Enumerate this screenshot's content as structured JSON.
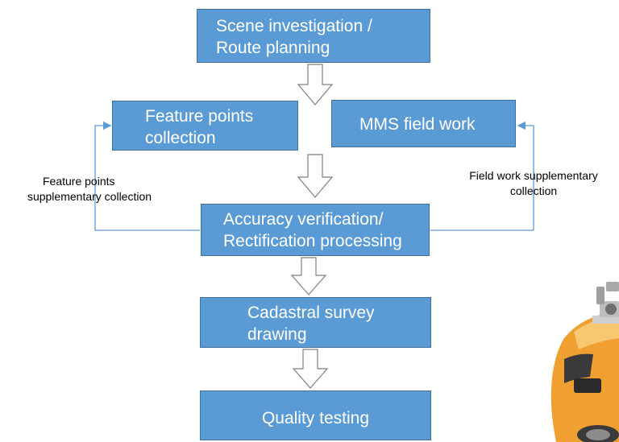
{
  "colors": {
    "box_fill": "#5b9bd5",
    "box_border": "#41719c",
    "box_text": "#ffffff",
    "connector": "#5b9bd5",
    "car_body": "#f0a030"
  },
  "boxes": {
    "scene_investigation": {
      "line1": "Scene investigation /",
      "line2": "Route planning"
    },
    "feature_points": {
      "line1": "Feature points",
      "line2": "collection"
    },
    "mms_field_work": {
      "label": "MMS field work"
    },
    "accuracy_verification": {
      "line1": "Accuracy verification/",
      "line2": "Rectification processing"
    },
    "cadastral_survey": {
      "line1": "Cadastral survey",
      "line2": "drawing"
    },
    "quality_testing": {
      "label": "Quality testing"
    }
  },
  "side_labels": {
    "left": {
      "line1": "Feature points",
      "line2": "supplementary collection"
    },
    "right": {
      "line1": "Field work supplementary",
      "line2": "collection"
    }
  },
  "illustration": {
    "name": "mms-survey-car"
  }
}
